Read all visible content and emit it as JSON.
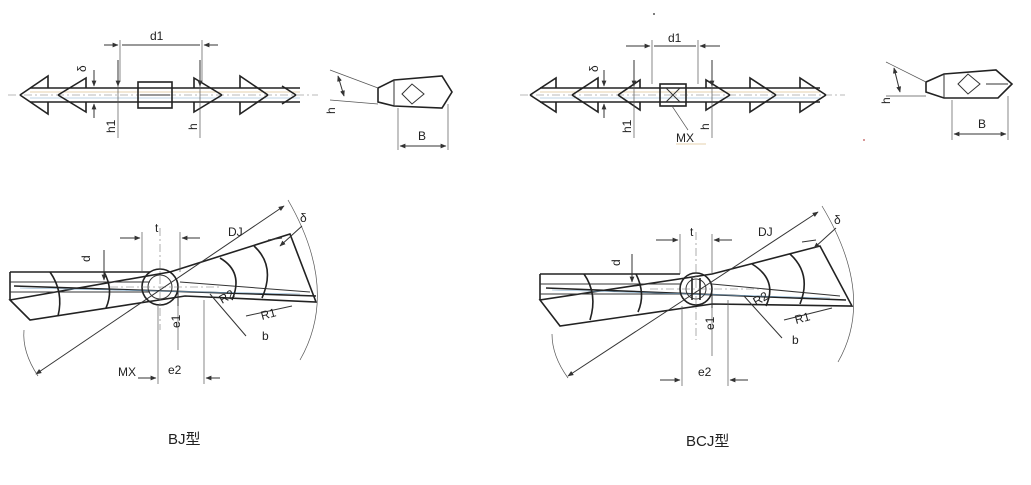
{
  "labels": {
    "d1": "d1",
    "delta": "δ",
    "h1": "h1",
    "h": "h",
    "B": "B",
    "MX": "MX",
    "t": "t",
    "d": "d",
    "Dj": "DJ",
    "R2": "R2",
    "R1": "R1",
    "b": "b",
    "e1": "e1",
    "e2": "e2"
  },
  "captions": {
    "bj": "BJ型",
    "bcj": "BCJ型"
  },
  "colors": {
    "line": "#333333",
    "accent_tan": "#c9a35a",
    "accent_blue": "#7aa7c9"
  }
}
